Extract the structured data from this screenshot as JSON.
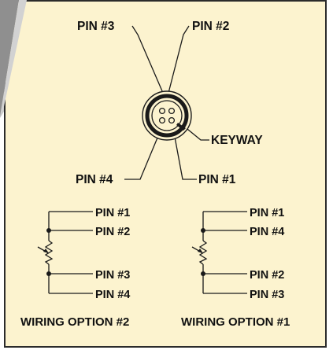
{
  "colors": {
    "panel_fill": "#FCF3CF",
    "panel_border": "#2B2B2B",
    "ink": "#111111",
    "corner_shade": "#9A9A9A"
  },
  "connector": {
    "labels": {
      "pin3": "PIN #3",
      "pin2": "PIN #2",
      "pin4": "PIN #4",
      "pin1": "PIN #1",
      "keyway": "KEYWAY"
    }
  },
  "wiring_option_2": {
    "caption": "WIRING OPTION #2",
    "pins": [
      "PIN #1",
      "PIN #2",
      "PIN #3",
      "PIN #4"
    ]
  },
  "wiring_option_1": {
    "caption": "WIRING OPTION #1",
    "pins": [
      "PIN #1",
      "PIN #4",
      "PIN #2",
      "PIN #3"
    ]
  }
}
